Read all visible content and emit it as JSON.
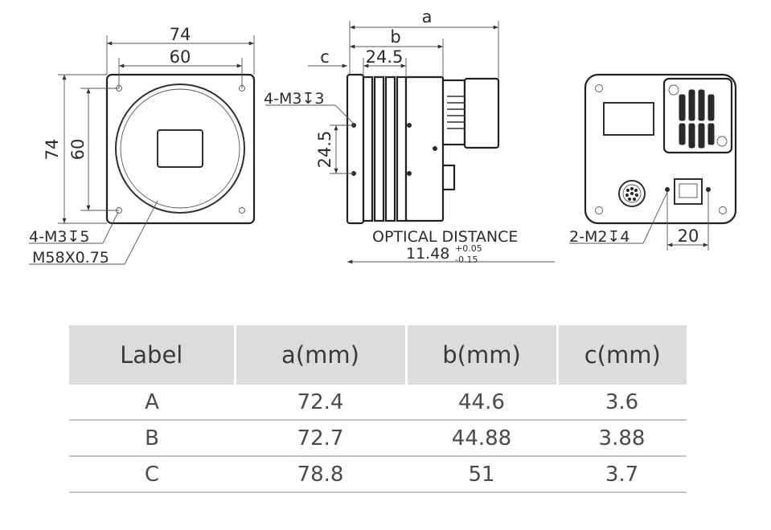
{
  "front_view": {
    "dim_width_outer": "74",
    "dim_width_holes": "60",
    "dim_height_outer": "74",
    "dim_height_holes": "60",
    "note_holes": "4-M3↧5",
    "note_thread": "M58X0.75"
  },
  "side_view": {
    "dim_a": "a",
    "dim_b": "b",
    "dim_c": "c",
    "dim_top_245": "24.5",
    "dim_vertical_245": "24.5",
    "note_holes": "4-M3↧3",
    "optical_label": "OPTICAL DISTANCE",
    "optical_value": "11.48",
    "optical_tol_upper": "+0.05",
    "optical_tol_lower": "-0.15"
  },
  "rear_view": {
    "note_holes": "2-M2↧4",
    "dim_20": "20"
  },
  "table": {
    "headers": [
      "Label",
      "a(mm)",
      "b(mm)",
      "c(mm)"
    ],
    "rows": [
      [
        "A",
        "72.4",
        "44.6",
        "3.6"
      ],
      [
        "B",
        "72.7",
        "44.88",
        "3.88"
      ],
      [
        "C",
        "78.8",
        "51",
        "3.7"
      ]
    ]
  }
}
